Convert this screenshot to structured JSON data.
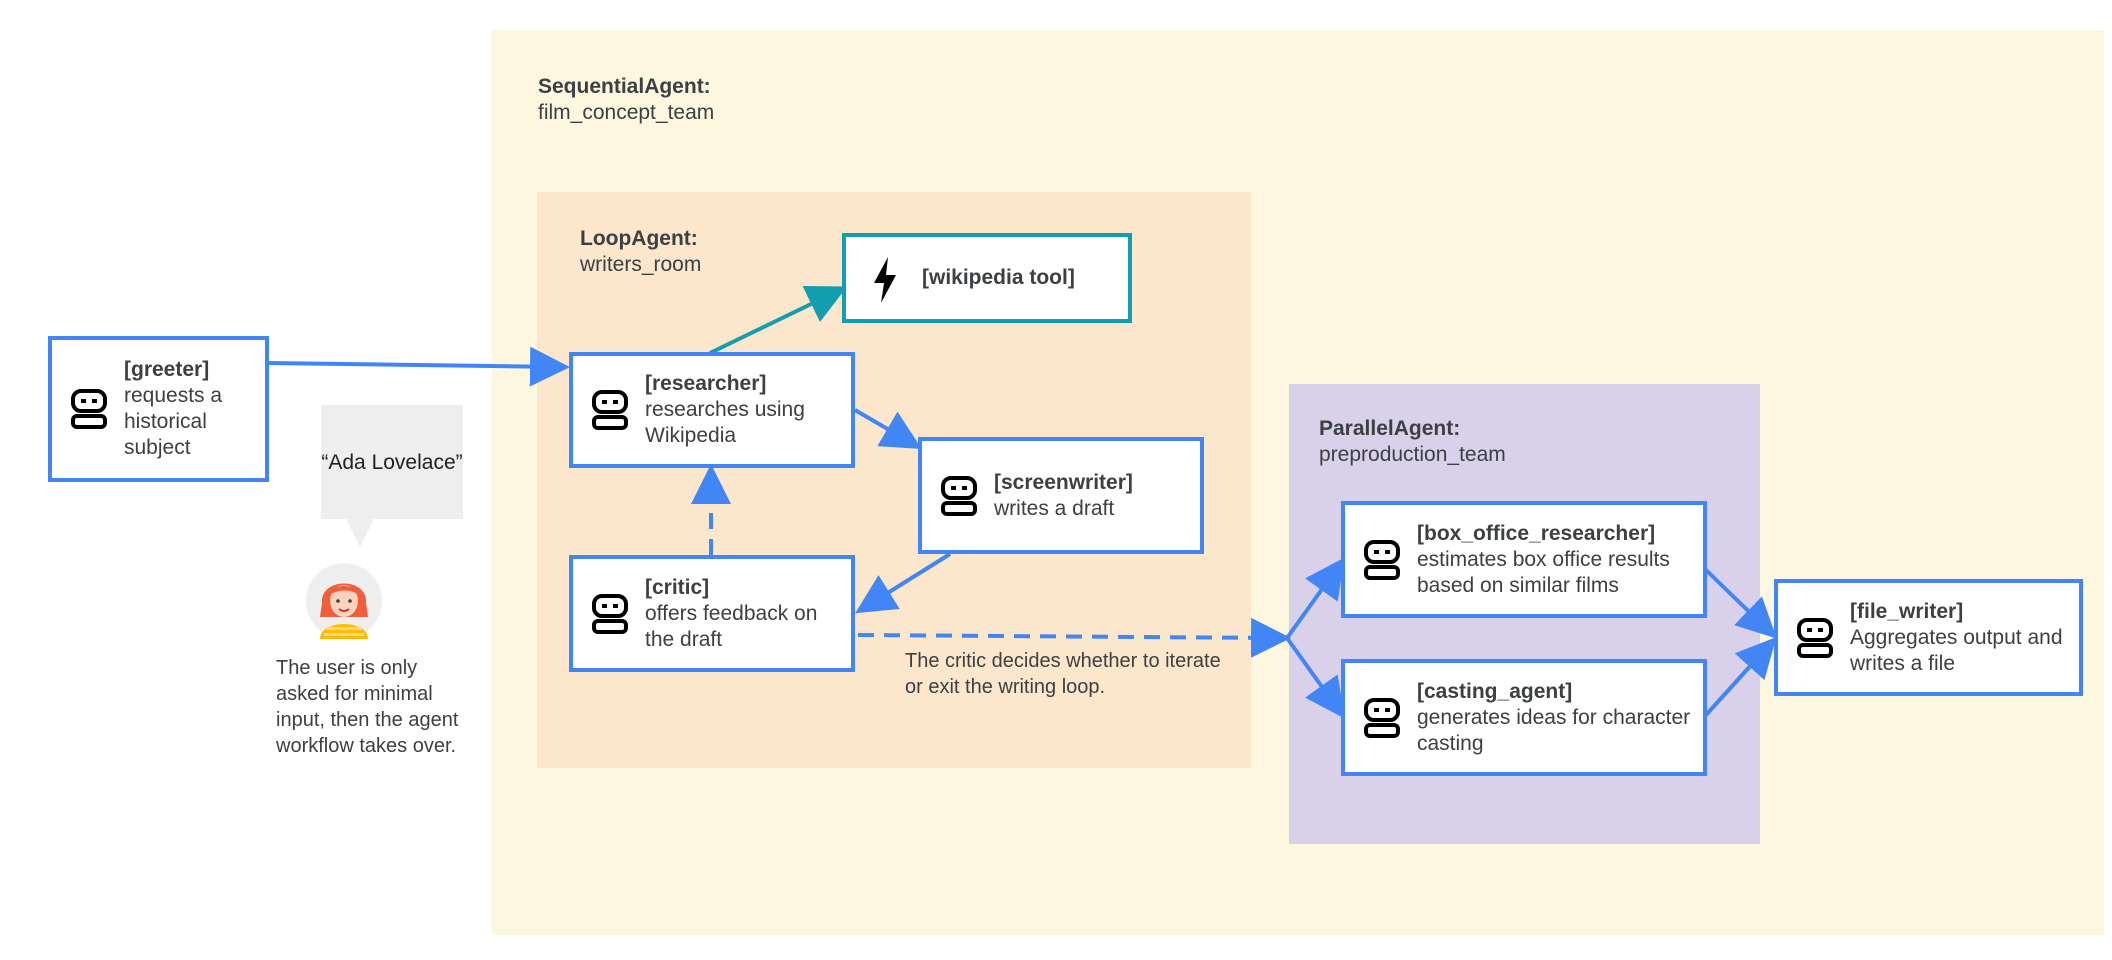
{
  "sequential": {
    "type": "SequentialAgent:",
    "name": "film_concept_team"
  },
  "loop": {
    "type": "LoopAgent:",
    "name": "writers_room"
  },
  "parallel": {
    "type": "ParallelAgent:",
    "name": "preproduction_team"
  },
  "agents": {
    "greeter": {
      "name": "[greeter]",
      "desc": "requests a historical subject"
    },
    "researcher": {
      "name": "[researcher]",
      "desc": "researches using Wikipedia"
    },
    "screenwriter": {
      "name": "[screenwriter]",
      "desc": "writes a draft"
    },
    "critic": {
      "name": "[critic]",
      "desc": "offers feedback on the draft"
    },
    "box_office": {
      "name": "[box_office_researcher]",
      "desc": "estimates box office results based on similar films"
    },
    "casting": {
      "name": "[casting_agent]",
      "desc": "generates ideas for character casting"
    },
    "file_writer": {
      "name": "[file_writer]",
      "desc": "Aggregates output and writes a file"
    }
  },
  "tool": {
    "label": "[wikipedia tool]"
  },
  "speech_bubble": "“Ada Lovelace”",
  "user_note": "The user is only asked for minimal input, then the agent workflow takes over.",
  "critic_note": "The critic decides whether to iterate or exit the writing loop.",
  "colors": {
    "arrow": "#4285f4",
    "tool_border": "#129eaf",
    "sequential_bg": "#fef7e0",
    "loop_bg": "#fce6cc",
    "parallel_bg": "#d9d1ea"
  },
  "icons": {
    "agent": "robot-icon",
    "tool": "lightning-bolt-icon",
    "user": "user-avatar"
  }
}
